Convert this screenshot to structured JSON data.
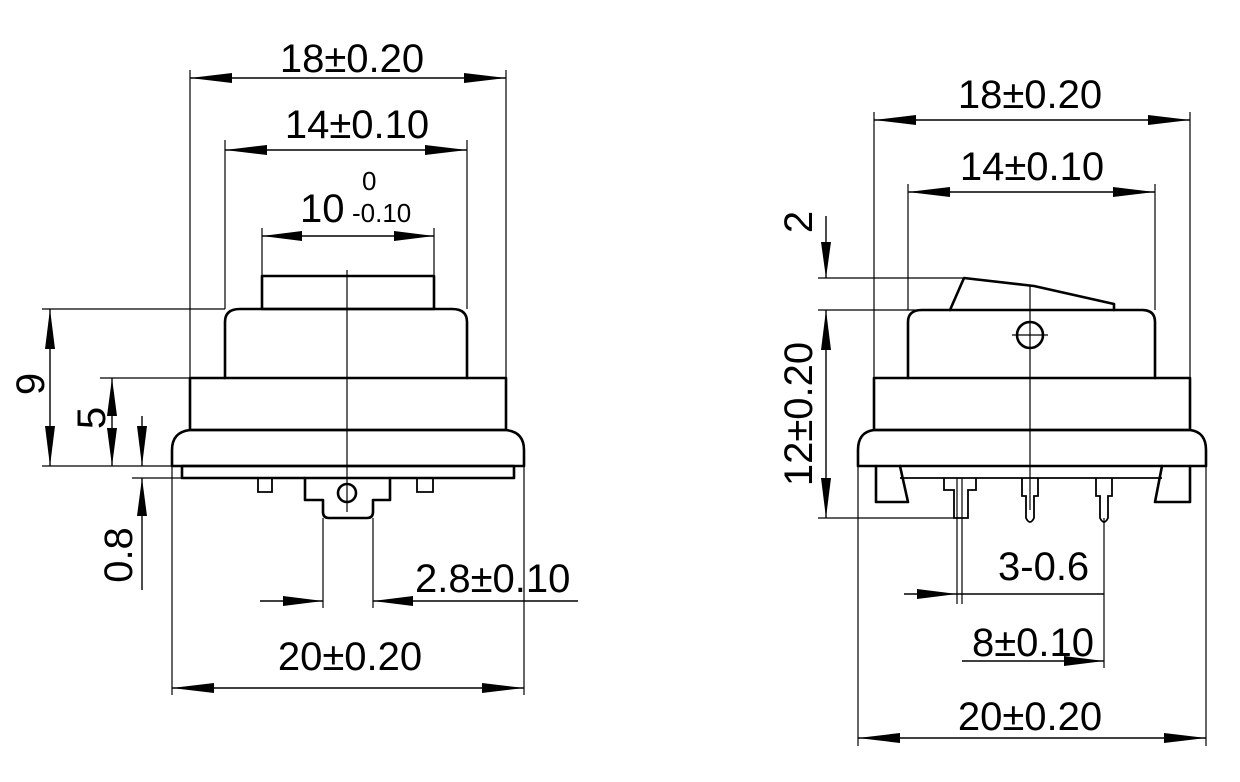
{
  "front_view": {
    "width_body_top": "18±0.20",
    "width_body_mid": "14±0.10",
    "width_cap_main": "10",
    "width_cap_tol_upper": "0",
    "width_cap_tol_lower": "-0.10",
    "height_total": "9",
    "height_upper": "5",
    "flange_thickness": "0.8",
    "terminal_width": "2.8±0.10",
    "width_flange": "20±0.20"
  },
  "side_view": {
    "width_body_top": "18±0.20",
    "width_body_mid": "14±0.10",
    "rocker_height": "2",
    "height_total": "12±0.20",
    "terminal_spec": "3-0.6",
    "terminal_pitch": "8±0.10",
    "width_flange": "20±0.20"
  }
}
